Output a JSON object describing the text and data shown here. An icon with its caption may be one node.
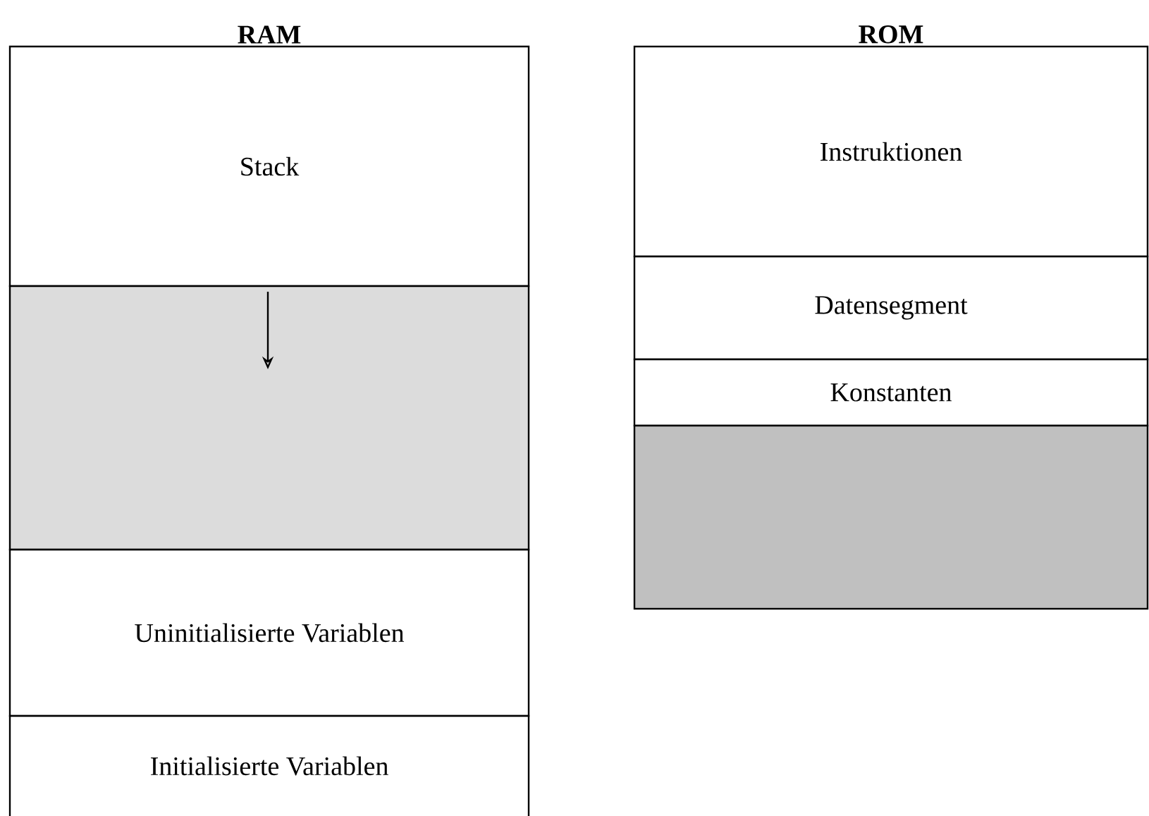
{
  "diagram": {
    "nodes": [
      {
        "text": [
          "Stack"
        ]
      },
      {
        "text": [],
        "shape": "box"
      },
      {
        "text": [
          "Uninitialisierte Variablen"
        ]
      },
      {
        "text": [
          "Initialisierte Variablen"
        ]
      },
      {
        "text": [
          "Instruktionen"
        ]
      },
      {
        "text": [
          "Datensegment"
        ]
      },
      {
        "text": [
          "Konstanten"
        ]
      },
      {
        "text": [],
        "shape": "box"
      }
    ],
    "labels": [
      "RAM",
      "ROM"
    ]
  }
}
